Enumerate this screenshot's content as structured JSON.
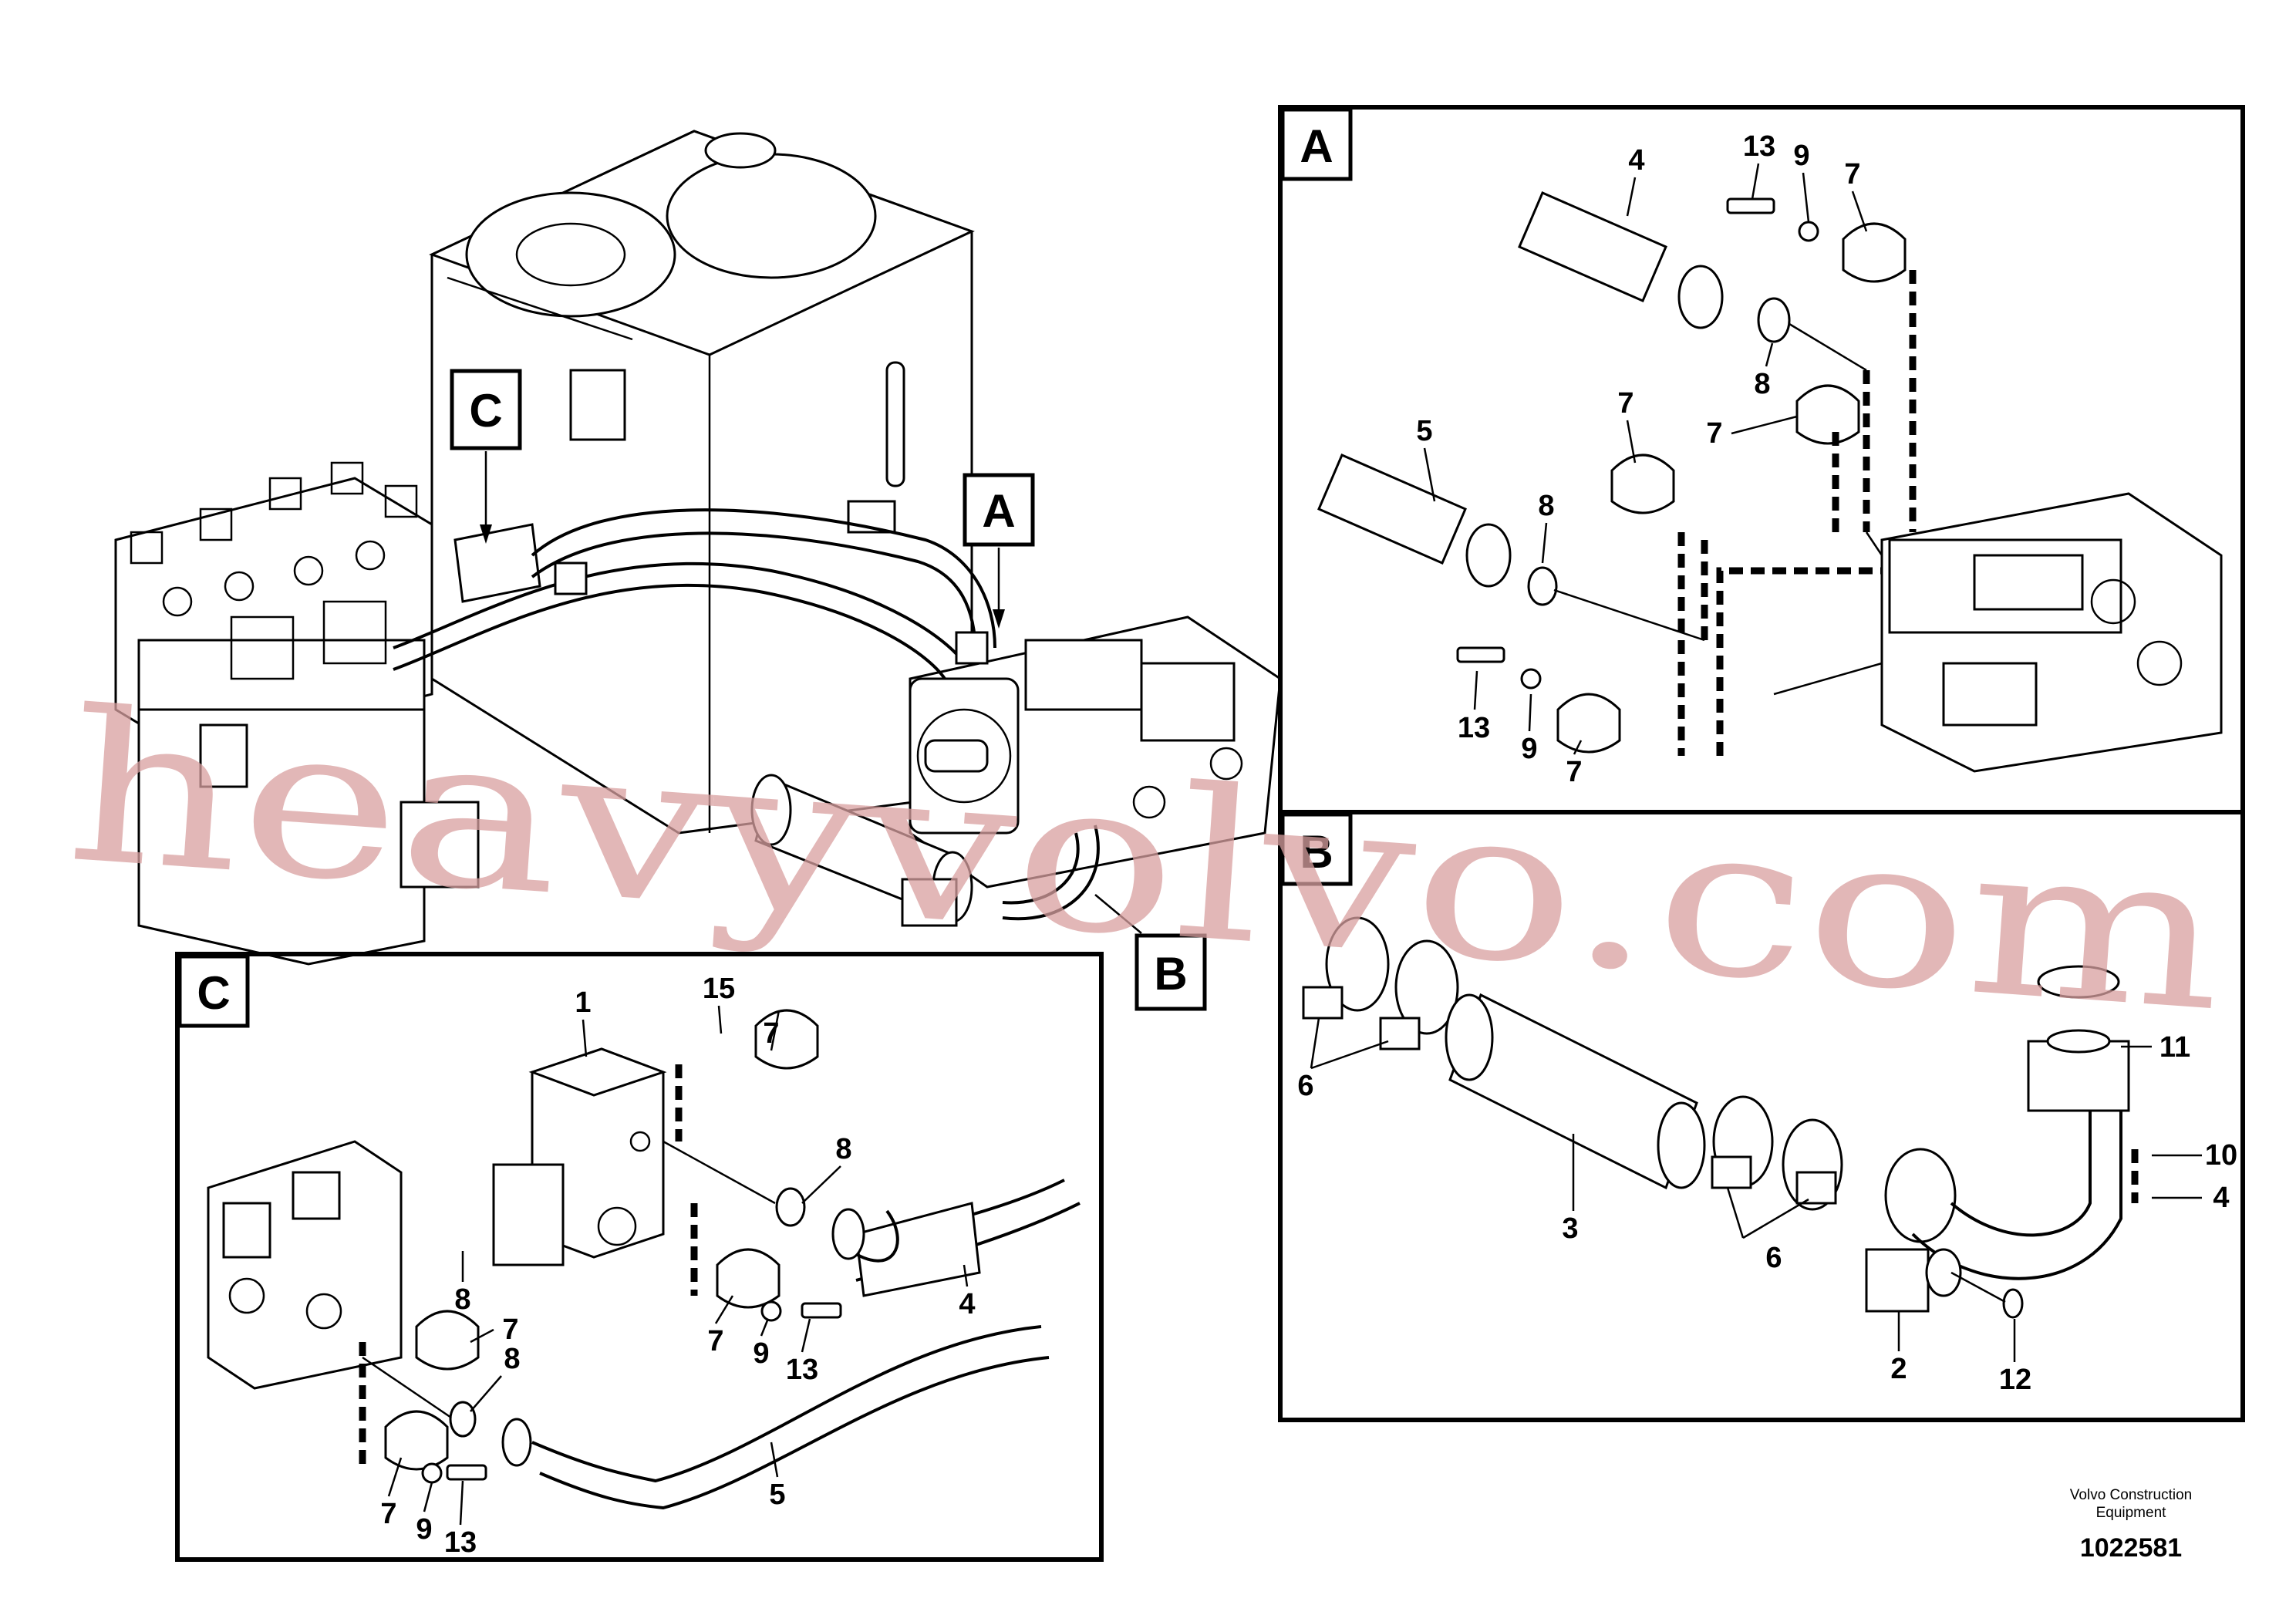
{
  "detail_markers": {
    "A": "A",
    "B": "B",
    "C": "C"
  },
  "detail_a": {
    "box_label": "A",
    "callouts": [
      "4",
      "13",
      "9",
      "7",
      "8",
      "7",
      "7",
      "5",
      "8",
      "13",
      "9",
      "7"
    ]
  },
  "detail_b": {
    "box_label": "B",
    "callouts": [
      "6",
      "3",
      "6",
      "11",
      "10",
      "4",
      "2",
      "12"
    ]
  },
  "detail_c": {
    "box_label": "C",
    "callouts": [
      "1",
      "15",
      "7",
      "8",
      "4",
      "8",
      "7",
      "8",
      "7",
      "9",
      "13",
      "7",
      "9",
      "13",
      "5"
    ]
  },
  "footer": {
    "company_line1": "Volvo Construction",
    "company_line2": "Equipment",
    "drawing_number": "1022581"
  },
  "watermark": "heavyvolvo.com"
}
